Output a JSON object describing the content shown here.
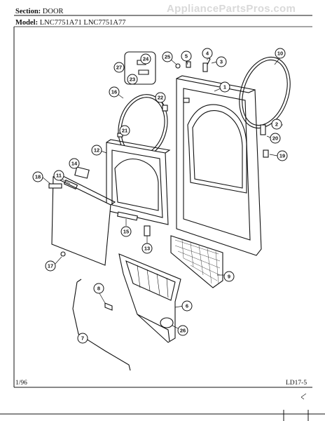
{
  "header": {
    "section_label": "Section:",
    "section_value": "DOOR",
    "model_label": "Model:",
    "model_values": "LNC7751A71  LNC7751A77"
  },
  "watermark": "AppliancePartsPros.com",
  "footer": {
    "date": "1/96",
    "page_code": "LD17-5"
  },
  "callouts": {
    "c1": "1",
    "c2": "2",
    "c3": "3",
    "c4": "4",
    "c5": "5",
    "c6": "6",
    "c7": "7",
    "c8": "8",
    "c9": "9",
    "c10": "10",
    "c11": "11",
    "c12": "12",
    "c13": "13",
    "c14": "14",
    "c15": "15",
    "c16": "16",
    "c17": "17",
    "c18": "18",
    "c19": "19",
    "c20": "20",
    "c21": "21",
    "c22": "22",
    "c23": "23",
    "c24": "24",
    "c25": "25",
    "c26": "26",
    "c27": "27"
  }
}
